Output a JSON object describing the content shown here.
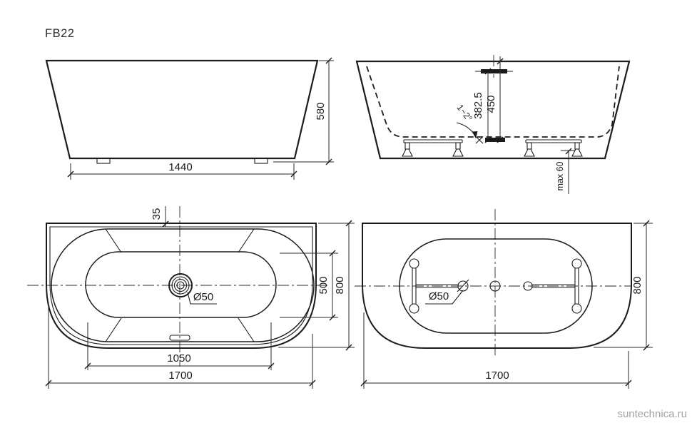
{
  "title": "FB22",
  "watermark": "suntechnica.ru",
  "views": {
    "side": {
      "dim_bottom_length": "1440",
      "dim_height": "580"
    },
    "section": {
      "dim_overflow_height": "382.5",
      "dim_depth": "450",
      "slope": "1~2°",
      "dim_feet": "max 60"
    },
    "top_plan": {
      "dim_rim": "35",
      "drain": "Ø50",
      "dim_inner_width": "500",
      "dim_width": "800",
      "dim_inner_length": "1050",
      "dim_length": "1700"
    },
    "bottom_plan": {
      "drain": "Ø50",
      "dim_width": "800",
      "dim_length": "1700"
    }
  }
}
